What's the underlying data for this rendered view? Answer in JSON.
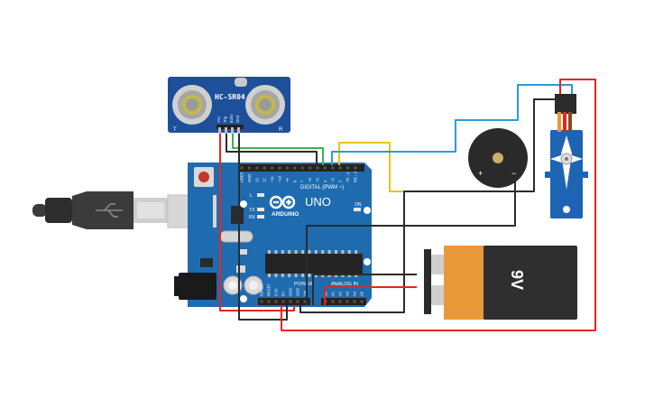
{
  "sensor": {
    "model": "HC-SR04",
    "left_mark": "T",
    "right_mark": "R",
    "pins": [
      "Vcc",
      "Trig",
      "Echo",
      "Gnd"
    ]
  },
  "arduino": {
    "brand": "ARDUINO",
    "model": "UNO",
    "digital_label": "DIGITAL (PWM ~)",
    "power_label": "POWER",
    "analog_label": "ANALOG IN",
    "on_label": "ON",
    "tx_label": "TX",
    "rx_label": "RX",
    "l_label": "L",
    "digital_pins": [
      "AREF",
      "GND",
      "13",
      "12",
      "~11",
      "~10",
      "~9",
      "8",
      "7",
      "~6",
      "~5",
      "4",
      "~3",
      "2",
      "TX→1",
      "RX←0"
    ],
    "power_pins": [
      "IOREF",
      "RESET",
      "3.3V",
      "5V",
      "GND",
      "GND",
      "Vin"
    ],
    "analog_pins": [
      "A0",
      "A1",
      "A2",
      "A3",
      "A4",
      "A5"
    ]
  },
  "buzzer": {
    "plus": "+",
    "minus": "−"
  },
  "battery": {
    "label": "9V"
  },
  "colors": {
    "board": "#1f6bb0",
    "wire_red": "#e5261f",
    "wire_black": "#2b2b2b",
    "wire_blue": "#2e9bd6",
    "wire_yellow": "#e8c41a",
    "wire_green": "#3ab54a",
    "servo": "#1e64b4",
    "battery_orange": "#e89a3a",
    "battery_black": "#2f2f2f"
  }
}
